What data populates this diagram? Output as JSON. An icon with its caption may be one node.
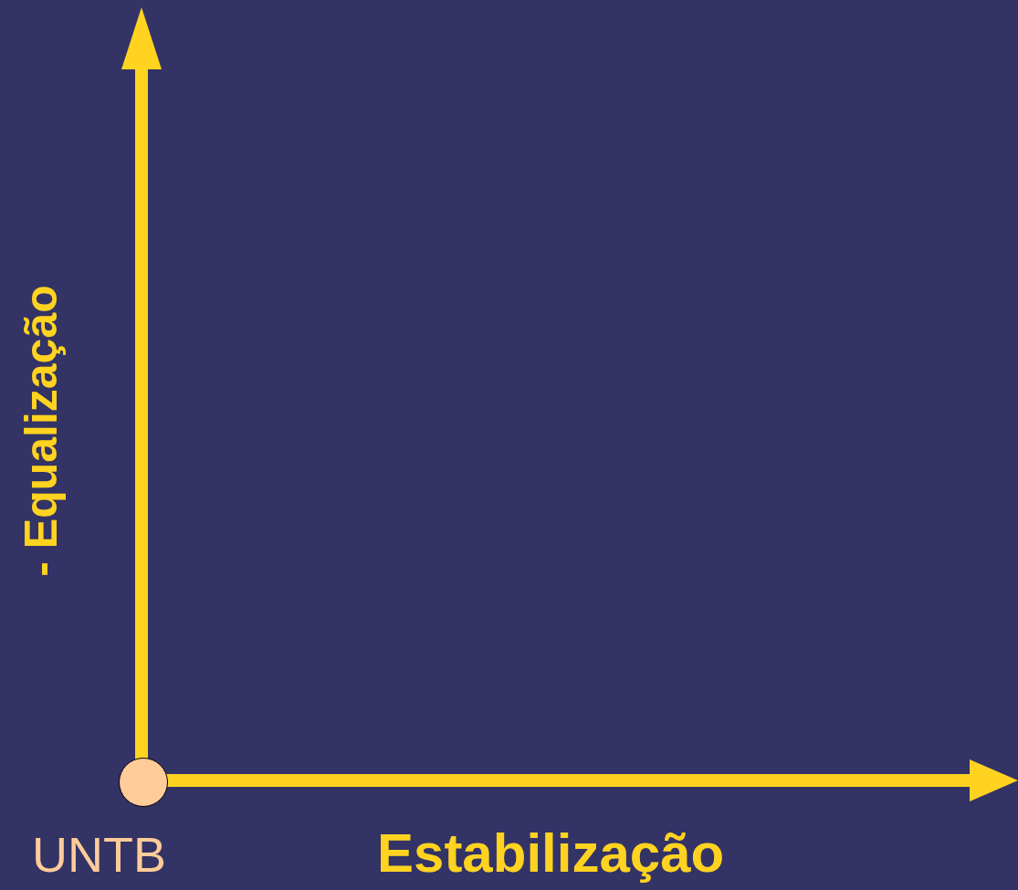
{
  "diagram": {
    "nodes": [
      {
        "text": [],
        "shape": "circle",
        "beside": [
          "UNTB"
        ]
      }
    ],
    "labels": [
      "- Equalização",
      "Estabilização"
    ]
  }
}
